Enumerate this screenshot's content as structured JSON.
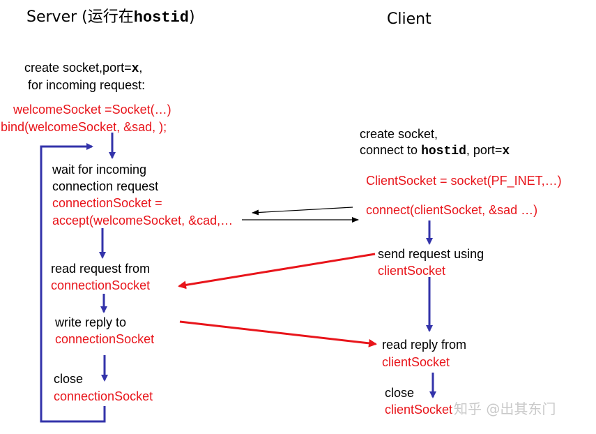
{
  "headers": {
    "server_label": "Server (",
    "server_cn": "运行在",
    "server_host": "hostid",
    "server_close": ")",
    "client": "Client"
  },
  "server": {
    "create_line1_a": "create socket,port=",
    "create_line1_var": "x",
    "create_line1_b": ",",
    "create_line2": "for incoming request:",
    "welcome_code": "welcomeSocket =Socket(…)",
    "bind_code": "bind(welcomeSocket, &sad, );",
    "wait_line1": "wait for incoming",
    "wait_line2": "connection request",
    "conn_code1": "connectionSocket =",
    "conn_code2": "accept(welcomeSocket, &cad,…",
    "read_line1": "read request from",
    "read_sock": "connectionSocket",
    "write_line1": "write reply to",
    "write_sock": "connectionSocket",
    "close_line1": "close",
    "close_sock": "connectionSocket"
  },
  "client": {
    "create_line1": "create socket,",
    "connect_line_a": "connect to ",
    "connect_line_host": "hostid",
    "connect_line_b": ", port=",
    "connect_line_var": "x",
    "socket_code": "ClientSocket = socket(PF_INET,…)",
    "connect_code": "connect(clientSocket, &sad …)",
    "send_line1": "send request using",
    "send_sock": "clientSocket",
    "read_line1": "read reply from",
    "read_sock": "clientSocket",
    "close_line1": "close",
    "close_sock": "clientSocket"
  },
  "watermark": "知乎 @出其东门",
  "colors": {
    "red_text": "#e8151b",
    "flow_arrow": "#3333aa",
    "message_arrow": "#e8151b",
    "connect_arrow": "#000000"
  }
}
